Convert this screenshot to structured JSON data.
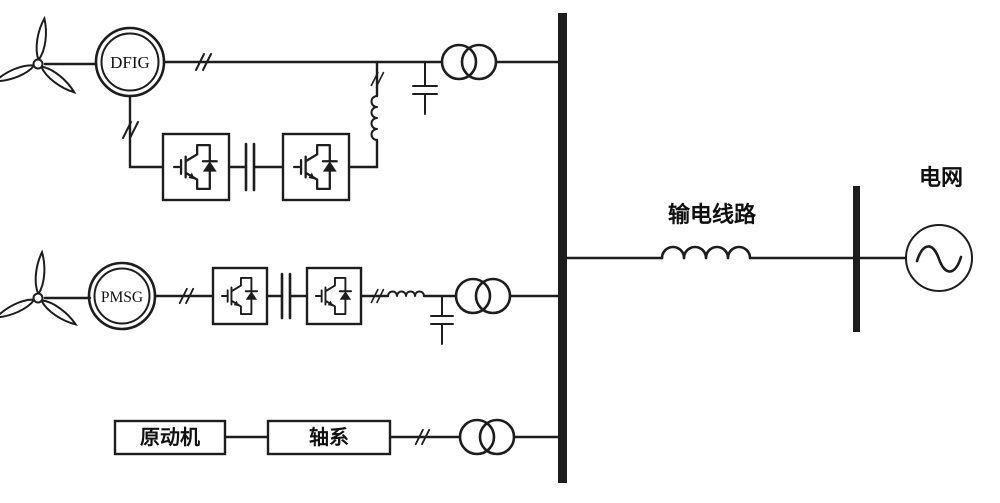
{
  "diagram": {
    "labels": {
      "dfig": "DFIG",
      "pmsg": "PMSG",
      "prime_mover": "原动机",
      "shaft": "轴系",
      "transmission_line": "输电线路",
      "grid": "电网"
    },
    "colors": {
      "line": "#1d1d1d",
      "background": "#ffffff"
    }
  }
}
